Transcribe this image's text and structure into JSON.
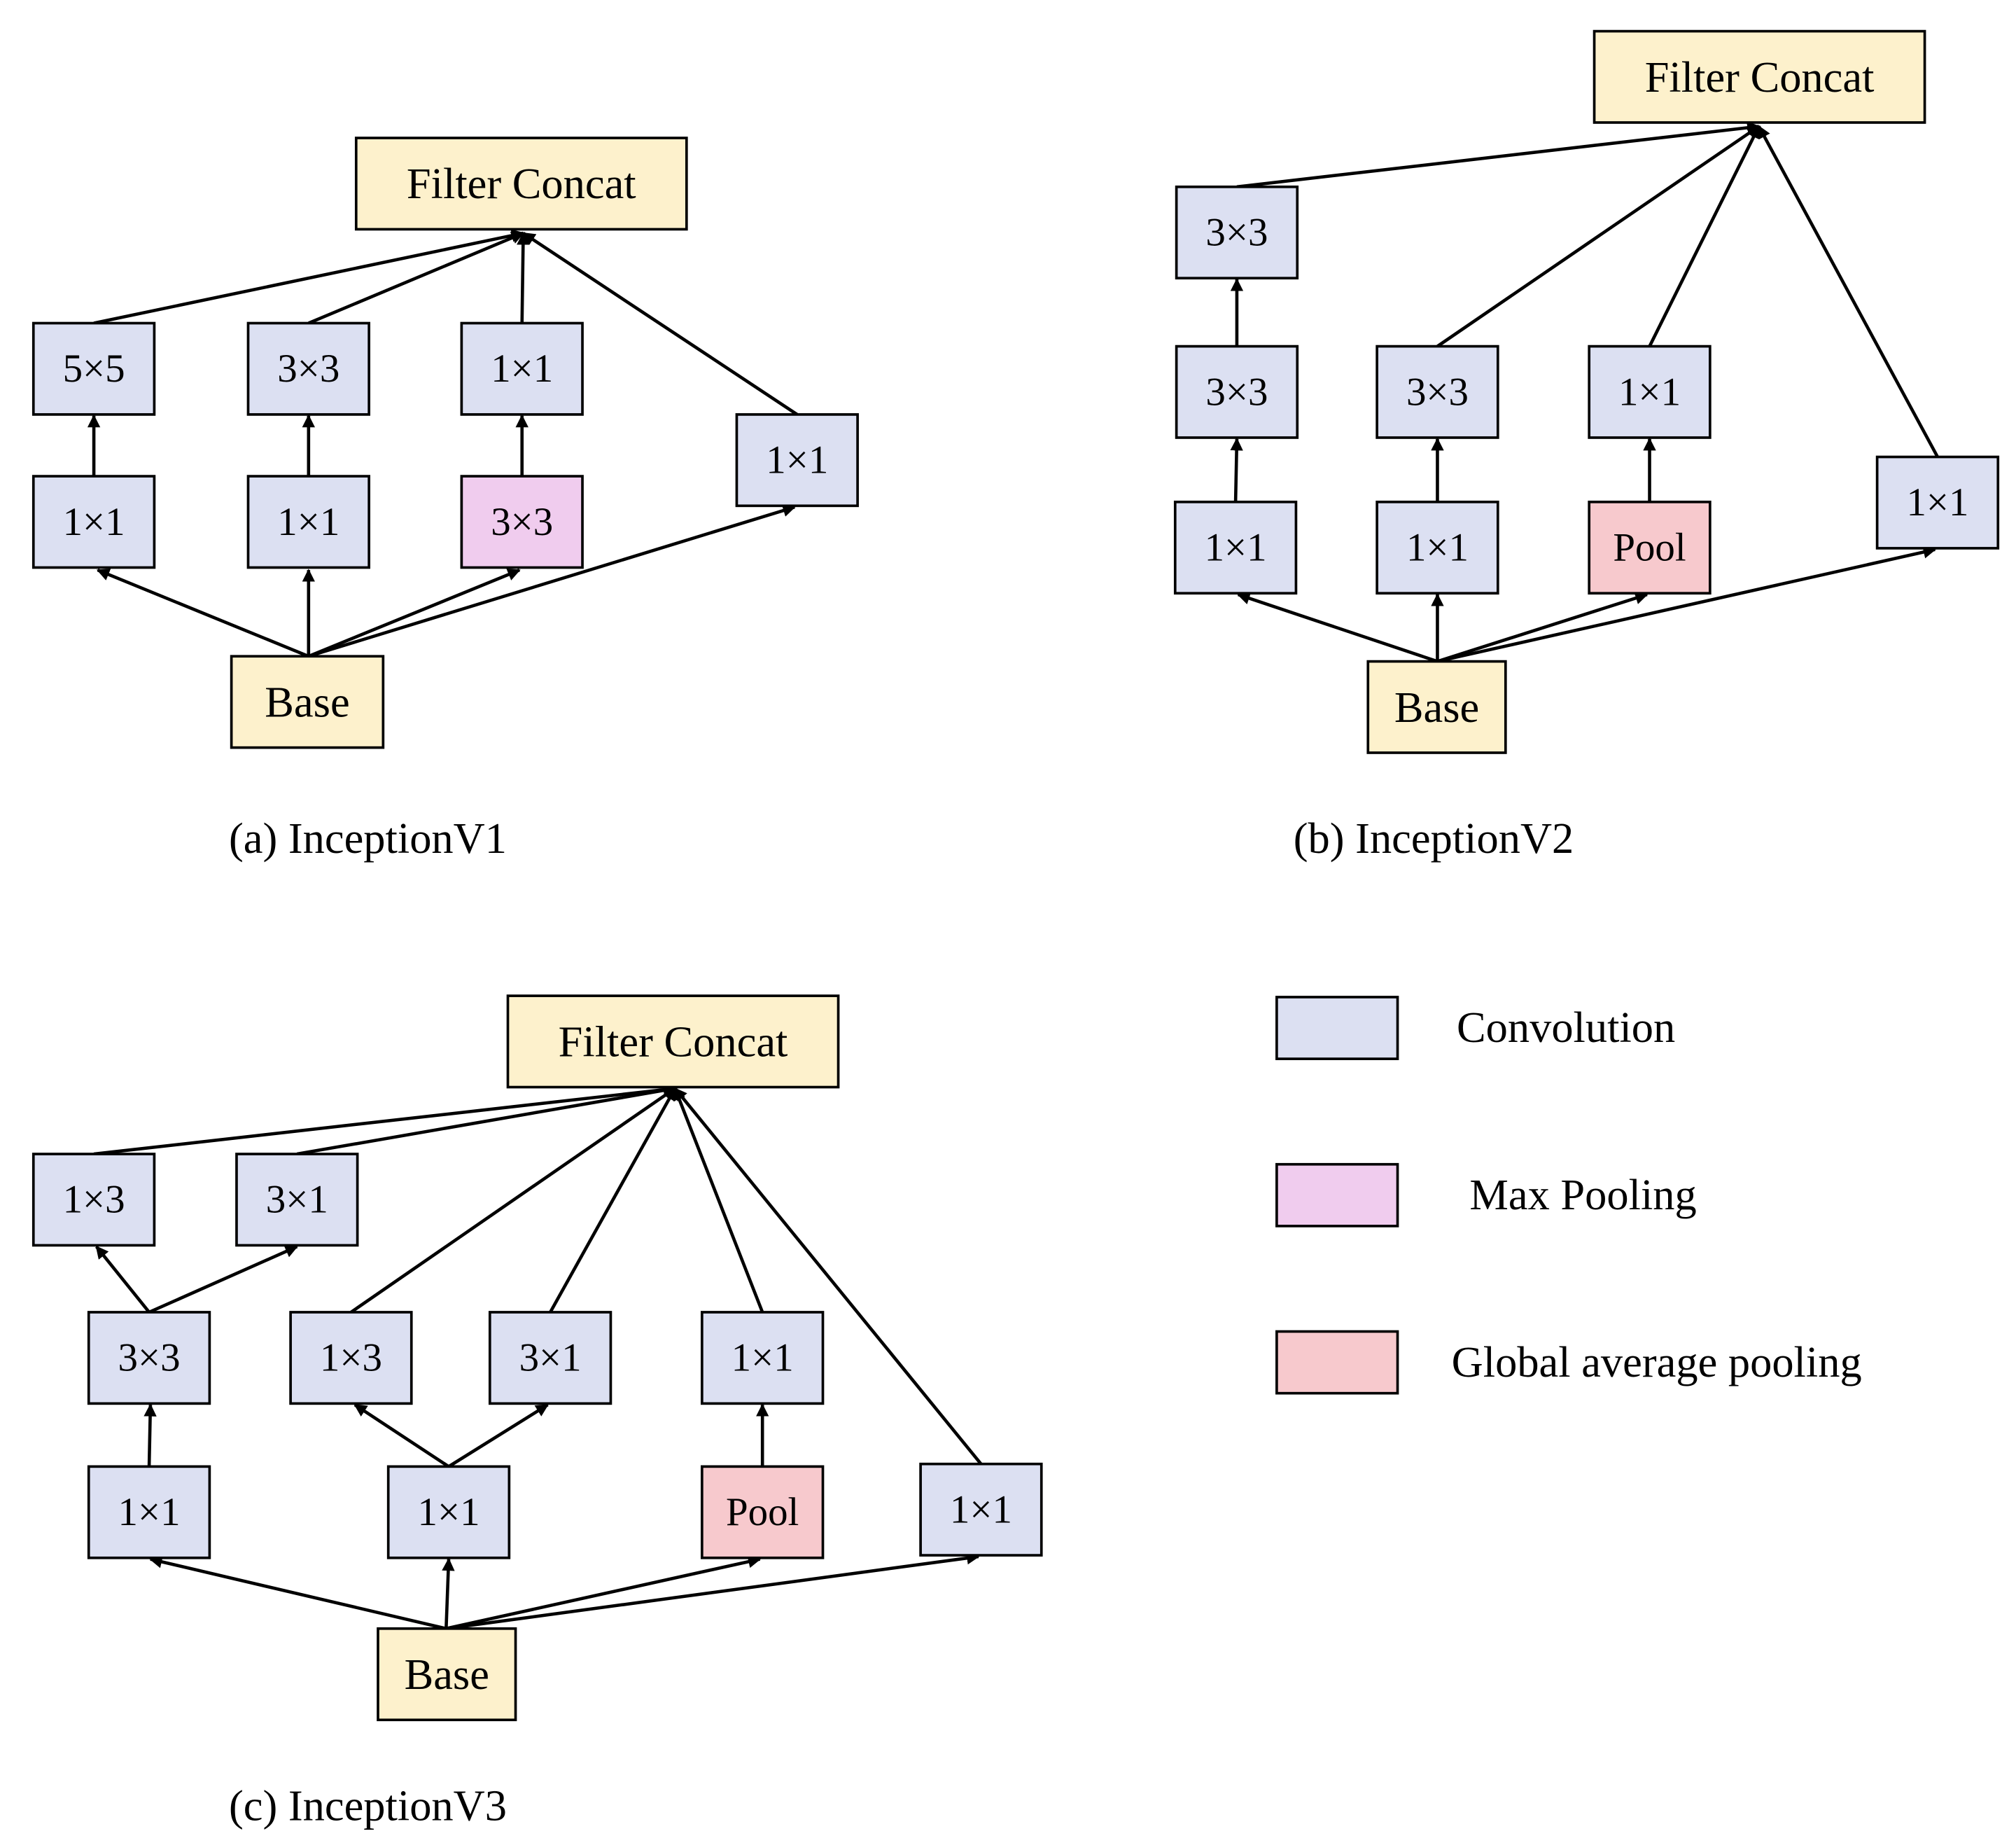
{
  "colors": {
    "convolution": "#dce0f2",
    "max_pooling": "#f0ccee",
    "global_avg_pooling": "#f7c9cd",
    "io": "#fdf1cc",
    "stroke": "#000000"
  },
  "diagrams": {
    "v1": {
      "caption": "(a) InceptionV1",
      "filter_concat": "Filter Concat",
      "base": "Base",
      "b1_bottom": "1×1",
      "b1_top": "5×5",
      "b2_bottom": "1×1",
      "b2_top": "3×3",
      "b3_bottom": "3×3",
      "b3_top": "1×1",
      "b4": "1×1"
    },
    "v2": {
      "caption": "(b) InceptionV2",
      "filter_concat": "Filter Concat",
      "base": "Base",
      "b1_bottom": "1×1",
      "b1_mid": "3×3",
      "b1_top": "3×3",
      "b2_bottom": "1×1",
      "b2_top": "3×3",
      "b3_bottom": "Pool",
      "b3_top": "1×1",
      "b4": "1×1"
    },
    "v3": {
      "caption": "(c) InceptionV3",
      "filter_concat": "Filter Concat",
      "base": "Base",
      "b1_bottom": "1×1",
      "b1_mid": "3×3",
      "b1_top_left": "1×3",
      "b1_top_right": "3×1",
      "b2_bottom": "1×1",
      "b2_left": "1×3",
      "b2_right": "3×1",
      "b3_bottom": "Pool",
      "b3_top": "1×1",
      "b4": "1×1"
    }
  },
  "legend": {
    "convolution": "Convolution",
    "max_pooling": "Max Pooling",
    "global_avg_pooling": "Global average pooling"
  }
}
